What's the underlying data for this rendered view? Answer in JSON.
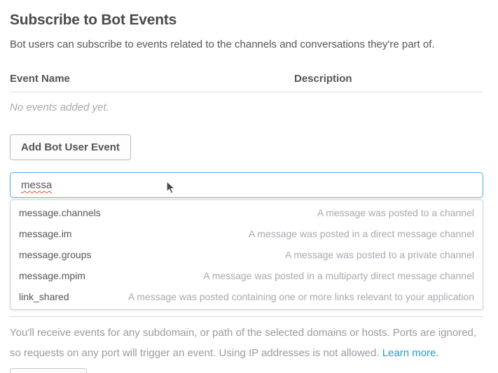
{
  "header": {
    "title": "Subscribe to Bot Events",
    "subtitle": "Bot users can subscribe to events related to the channels and conversations they're part of."
  },
  "events_table": {
    "columns": [
      "Event Name",
      "Description"
    ],
    "empty_message": "No events added yet."
  },
  "actions": {
    "add_event_label": "Add Bot User Event"
  },
  "event_search": {
    "value": "messa"
  },
  "suggestions": [
    {
      "name": "message.channels",
      "description": "A message was posted to a channel"
    },
    {
      "name": "message.im",
      "description": "A message was posted in a direct message channel"
    },
    {
      "name": "message.groups",
      "description": "A message was posted to a private channel"
    },
    {
      "name": "message.mpim",
      "description": "A message was posted in a multiparty direct message channel"
    },
    {
      "name": "link_shared",
      "description": "A message was posted containing one or more links relevant to your application"
    }
  ],
  "footer": {
    "text": "You'll receive events for any subdomain, or path of the selected domains or hosts. Ports are ignored, so requests on any port will trigger an event. Using IP addresses is not allowed.",
    "link_label": "Learn more."
  },
  "colors": {
    "focus_border": "#57a9de",
    "link": "#1d9bd7",
    "spellcheck_underline": "#e8503a",
    "heading_text": "#4a4a4f",
    "body_text": "#55545a",
    "muted_text": "#a9a9ae"
  }
}
